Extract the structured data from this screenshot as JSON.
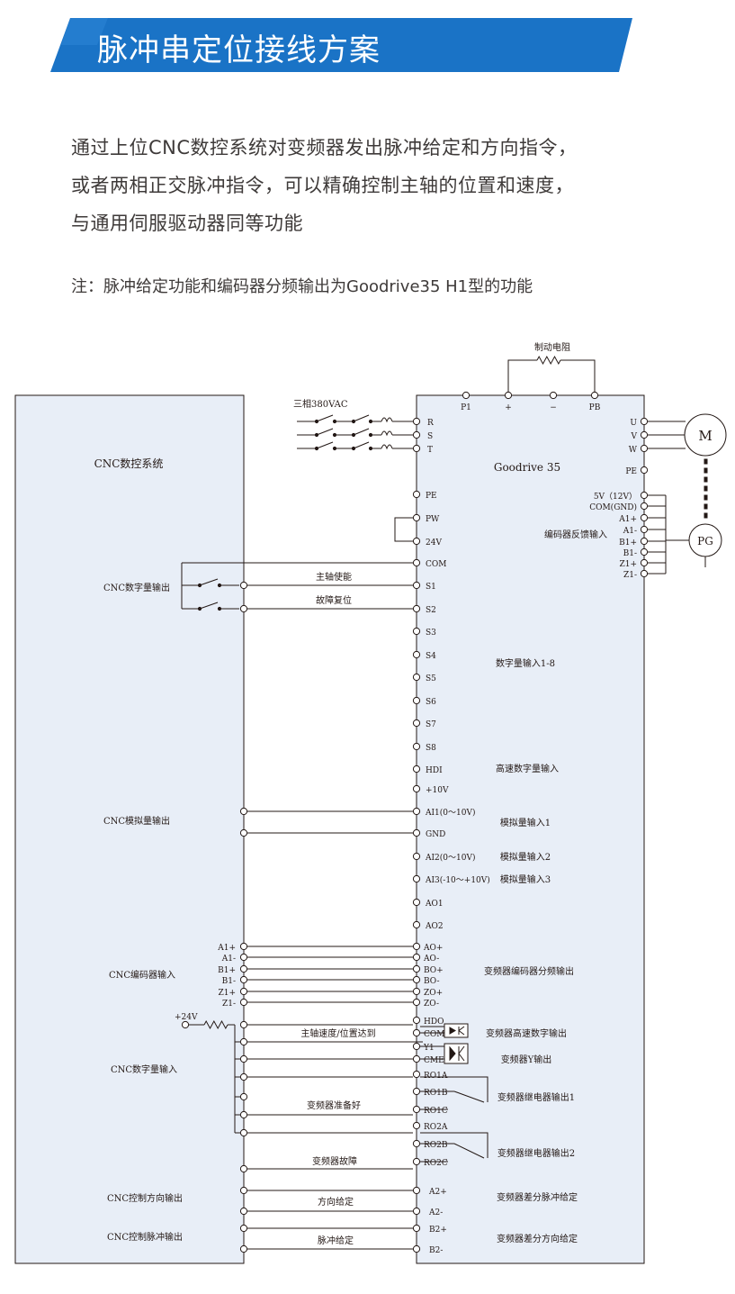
{
  "banner": {
    "title": "脉冲串定位接线方案",
    "color": "#1a73c6"
  },
  "intro": {
    "lines": [
      "通过上位CNC数控系统对变频器发出脉冲给定和方向指令，",
      "或者两相正交脉冲指令，可以精确控制主轴的位置和速度，",
      "与通用伺服驱动器同等功能"
    ],
    "note": "注：脉冲给定功能和编码器分频输出为Goodrive35 H1型的功能"
  },
  "diagram": {
    "colors": {
      "box_fill": "#e8eef7",
      "line": "#231815"
    },
    "brake_resistor": "制动电阻",
    "power_input": "三相380VAC",
    "cnc_title": "CNC数控系统",
    "drive_title": "Goodrive 35",
    "top_terminals": [
      "P1",
      "+",
      "−",
      "PB"
    ],
    "motor": "M",
    "pg": "PG",
    "encoder_feedback_label": "编码器反馈输入",
    "cnc_groups": [
      "CNC数字量输出",
      "CNC模拟量输出",
      "CNC编码器输入",
      "CNC数字量输入",
      "CNC控制方向输出",
      "CNC控制脉冲输出"
    ],
    "plus24v": "+24V",
    "cnc_encoder_pins": [
      "A1+",
      "A1-",
      "B1+",
      "B1-",
      "Z1+",
      "Z1-"
    ],
    "wire_labels": [
      "主轴使能",
      "故障复位",
      "主轴速度/位置达到",
      "变频器准备好",
      "变频器故障",
      "方向给定",
      "脉冲给定"
    ],
    "power_terminals": [
      "R",
      "S",
      "T"
    ],
    "motor_terminals": [
      "U",
      "V",
      "W",
      "PE"
    ],
    "encoder_terminals": [
      "5V（12V）",
      "COM(GND)",
      "A1+",
      "A1-",
      "B1+",
      "B1-",
      "Z1+",
      "Z1-"
    ],
    "left_terminals": [
      "PE",
      "PW",
      "24V",
      "COM",
      "S1",
      "S2",
      "S3",
      "S4",
      "S5",
      "S6",
      "S7",
      "S8",
      "HDI",
      "+10V",
      "AI1(0～10V)",
      "GND",
      "AI2(0～10V)",
      "AI3(-10～+10V)",
      "AO1",
      "AO2"
    ],
    "encoder_out_terminals": [
      "AO+",
      "AO-",
      "BO+",
      "BO-",
      "ZO+",
      "ZO-"
    ],
    "output_terminals": [
      "HDO",
      "COM",
      "Y1",
      "CME",
      "RO1A",
      "RO1B",
      "RO1C",
      "RO2A",
      "RO2B",
      "RO2C"
    ],
    "pulse_terminals": [
      "A2+",
      "A2-",
      "B2+",
      "B2-"
    ],
    "drive_labels": [
      "数字量输入1-8",
      "高速数字量输入",
      "模拟量输入1",
      "模拟量输入2",
      "模拟量输入3",
      "变频器编码器分频输出",
      "变频器高速数字输出",
      "变频器Y输出",
      "变频器继电器输出1",
      "变频器继电器输出2",
      "变频器差分脉冲给定",
      "变频器差分方向给定"
    ]
  }
}
